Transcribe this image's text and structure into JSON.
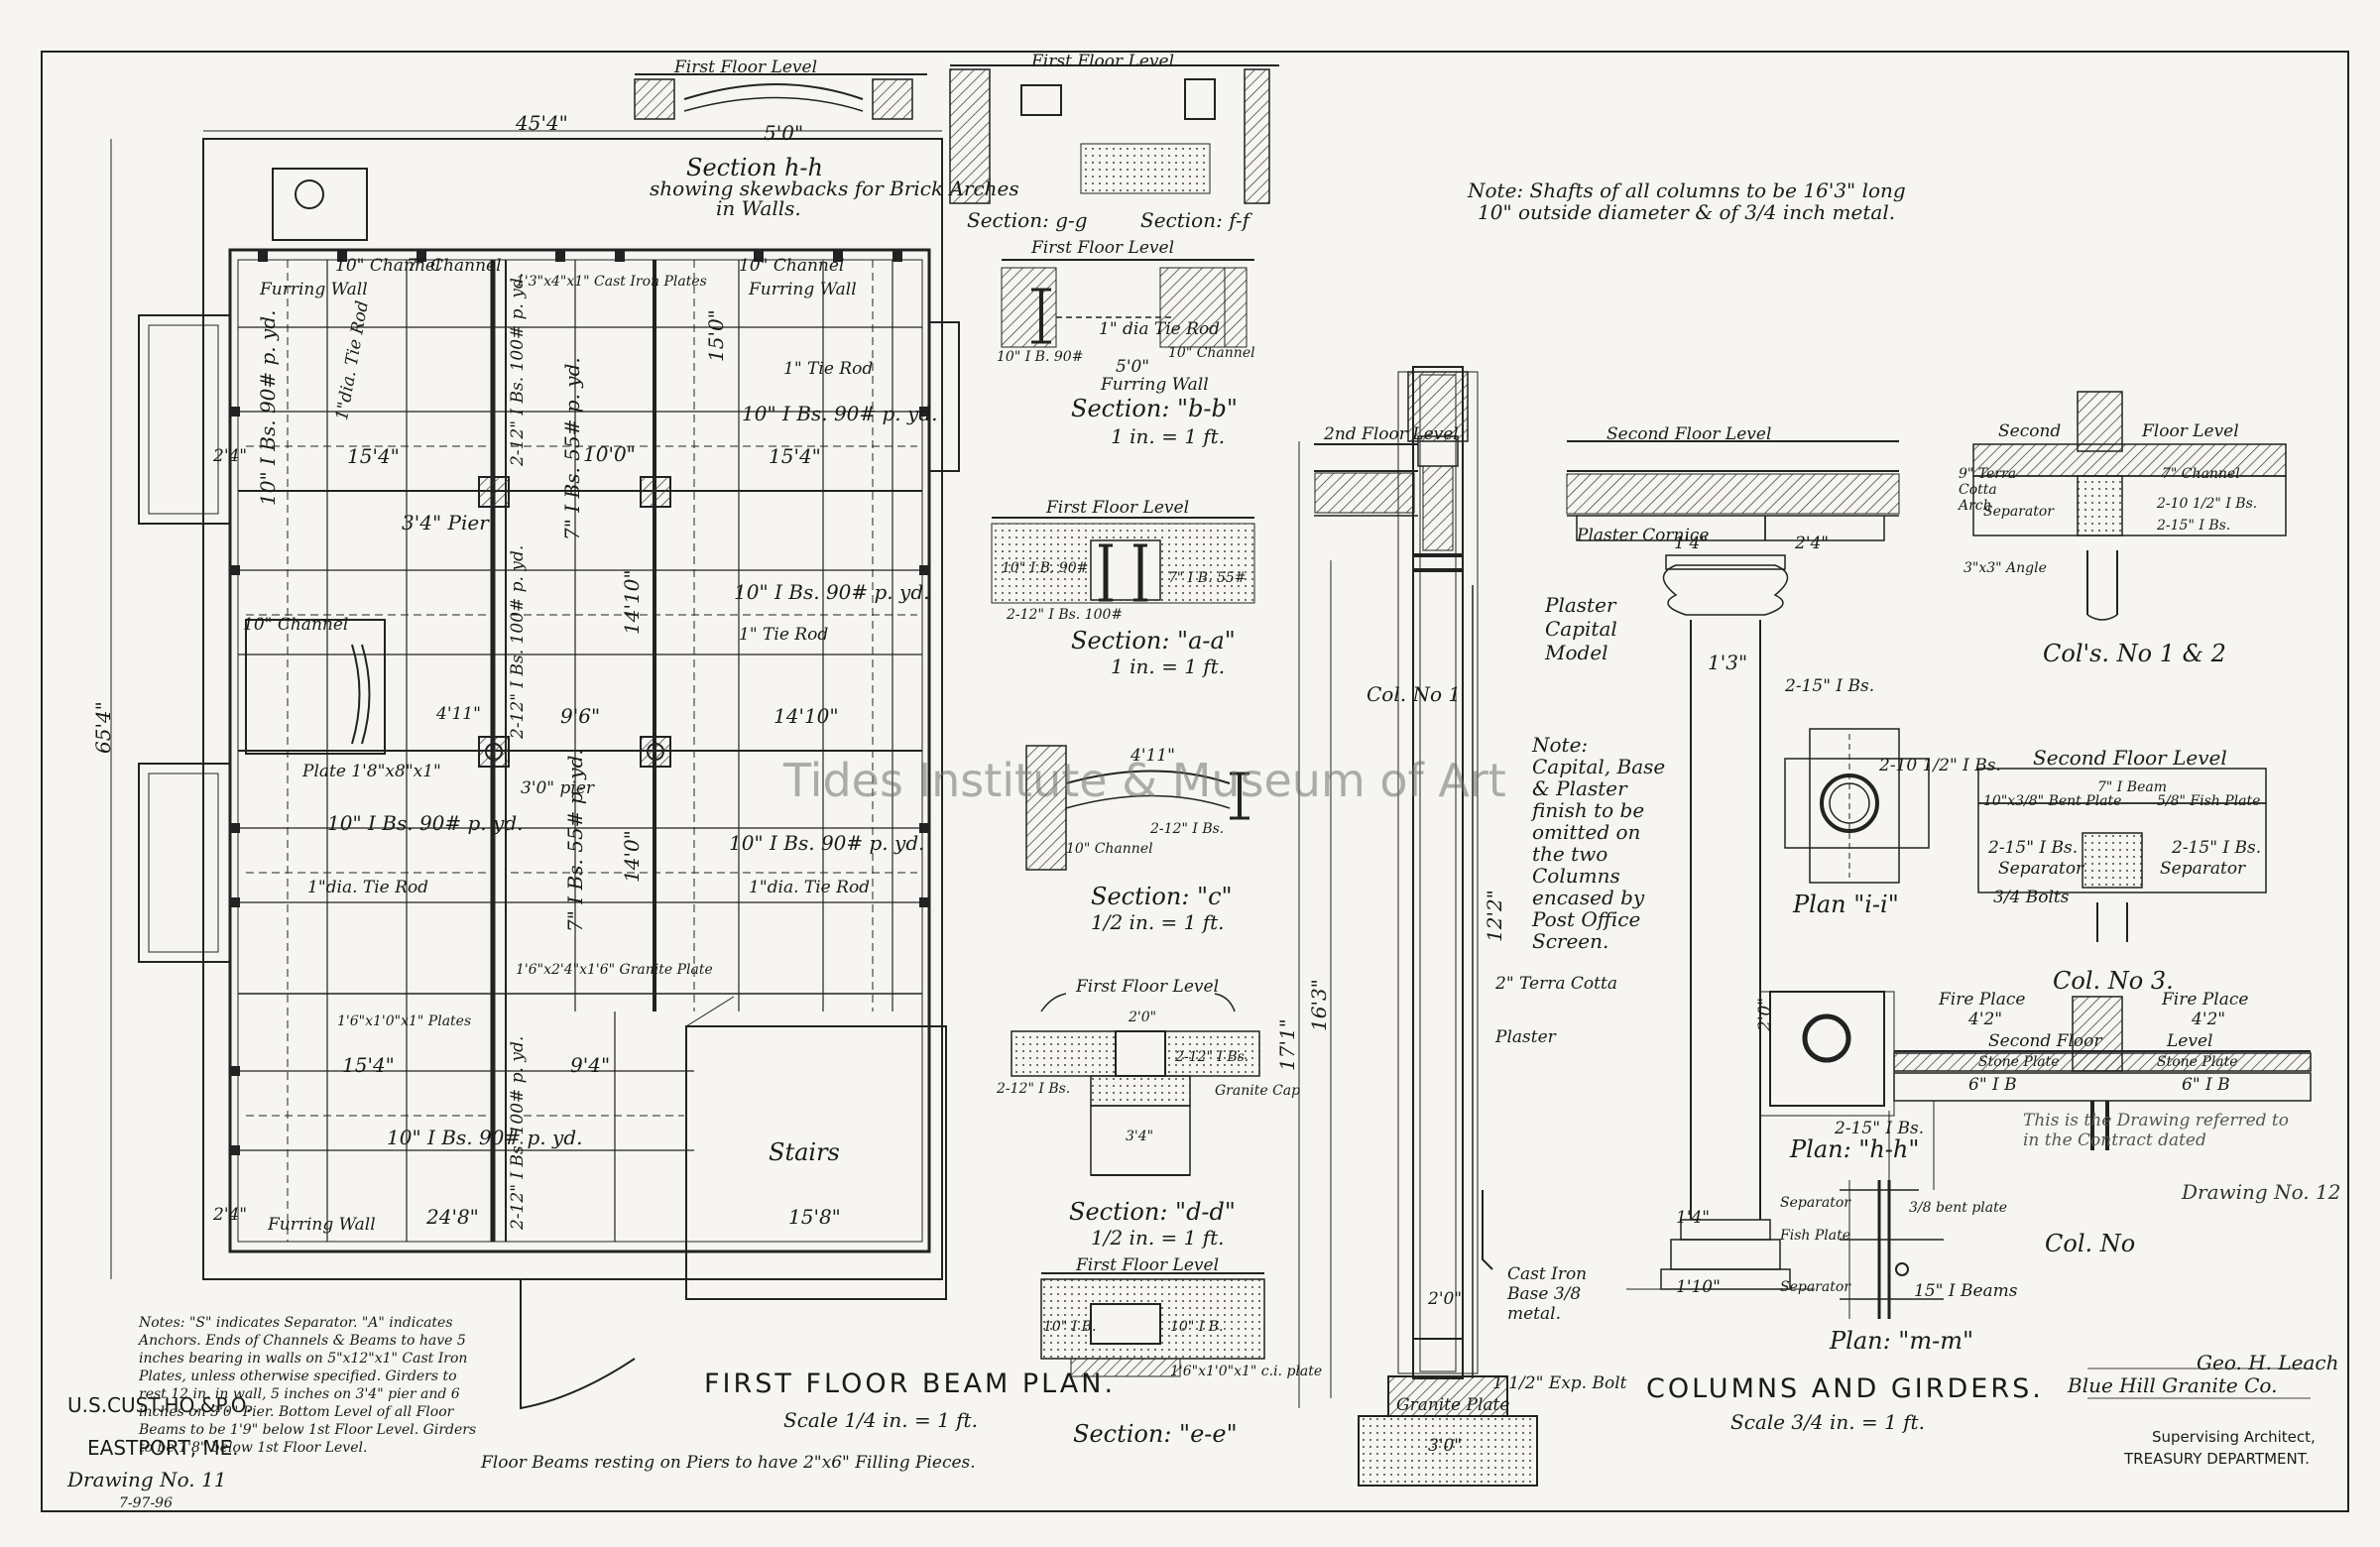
{
  "watermark": "Tides Institute & Museum of Art",
  "title_block": {
    "building": "U.S.CUST.HO.&P.O.",
    "location": "EASTPORT, ME.",
    "drawing": "Drawing No. 11",
    "date_stamp": "7-97-96",
    "office": "Supervising Architect,",
    "department": "TREASURY DEPARTMENT."
  },
  "beam_plan": {
    "title": "FIRST FLOOR BEAM PLAN.",
    "scale": "Scale 1/4 in. = 1 ft.",
    "overall_width": "45'4\"",
    "overall_depth": "65'4\"",
    "labels": {
      "channel_10": "10\" Channel",
      "channel_7": "7\" Channel",
      "cast_iron_plates": "1'3\"x4\"x1\" Cast Iron Plates",
      "furring_wall_left": "Furring Wall",
      "furring_wall_right": "Furring Wall",
      "furring_wall_bottom": "Furring Wall",
      "tie_rod_1": "1\" Tie Rod",
      "tie_rod_dia": "1\"dia. Tie Rod",
      "beams_10_90": "10\" I Bs. 90# p. yd.",
      "beams_7_55": "7\" I Bs. 55# p. yd.",
      "beams_12_100": "2-12\" I Bs. 100# p. yd.",
      "pier_34": "3'4\" Pier",
      "pier_30": "3'0\" pier",
      "dim_15_4": "15'4\"",
      "dim_10_0": "10'0\"",
      "dim_15_0": "15'0\"",
      "dim_14_10": "14'10\"",
      "dim_14_0": "14'0\"",
      "dim_9_4": "9'4\"",
      "dim_24_8": "24'8\"",
      "dim_15_8": "15'8\"",
      "dim_9_6": "9'6\"",
      "dim_4_11": "4'11\"",
      "dim_2_4": "2'4\"",
      "plate_1": "Plate 1'8\"x8\"x1\"",
      "plate_2": "1'6\"x1'0\"x1\" Plates",
      "granite_plate": "1'6\"x2'4\"x1'6\" Granite Plate",
      "stairs": "Stairs",
      "notes": "Notes: \"S\" indicates Separator. \"A\" indicates Anchors. Ends of Channels & Beams to have 5 inches bearing in walls on 5\"x12\"x1\" Cast Iron Plates, unless otherwise specified. Girders to rest 12 in. in wall, 5 inches on 3'4\" pier and 6 inches on 3'0\" Pier. Bottom Level of all Floor Beams to be 1'9\" below 1st Floor Level. Girders to be 1'8\" below 1st Floor Level.",
      "footer_note": "Floor Beams resting on Piers to have 2\"x6\" Filling Pieces."
    }
  },
  "sections": {
    "hh_title": "Section h-h",
    "hh_sub_1": "showing skewbacks for Brick Arches",
    "hh_sub_2": "in Walls.",
    "hh_level": "First Floor Level",
    "hh_dim": "5'0\"",
    "gg_title": "Section: g-g",
    "ff_title": "Section: f-f",
    "ff_level": "First Floor Level",
    "bb_title": "Section: \"b-b\"",
    "bb_scale": "1 in. = 1 ft.",
    "bb_level": "First Floor Level",
    "bb_tie": "1\" dia Tie Rod",
    "bb_dim": "5'0\"",
    "bb_furring": "Furring Wall",
    "bb_channel": "10\" Channel",
    "bb_beam": "10\" I B. 90#",
    "aa_title": "Section: \"a-a\"",
    "aa_scale": "1 in. = 1 ft.",
    "aa_level": "First Floor Level",
    "aa_beam1": "10\" I B. 90#",
    "aa_beam2": "7\" I B. 55#",
    "aa_beam3": "2-12\" I Bs. 100#",
    "c_title": "Section: \"c\"",
    "c_scale": "1/2 in. = 1 ft.",
    "c_dim": "4'11\"",
    "c_channel": "10\" Channel",
    "c_beam": "2-12\" I Bs.",
    "dd_title": "Section: \"d-d\"",
    "dd_scale": "1/2 in. = 1 ft.",
    "dd_level": "First Floor Level",
    "dd_beam": "2-12\" I Bs.",
    "dd_granite": "Granite Cap",
    "dd_dim": "3'4\"",
    "dd_dim2": "2'0\"",
    "ee_title": "Section: \"e-e\"",
    "ee_level": "First Floor Level",
    "ee_beam1": "10\" I B.",
    "ee_beam2": "10\" I B.",
    "ee_plate": "1'6\"x1'0\"x1\" c.i. plate"
  },
  "columns": {
    "note": "Note: Shafts of all columns to be 16'3\" long",
    "note_2": "10\" outside diameter & of 3/4 inch metal.",
    "title": "COLUMNS AND GIRDERS.",
    "scale": "Scale 3/4 in. = 1 ft.",
    "second_floor_level": "Second Floor Level",
    "floor_level_left": "2nd Floor Level",
    "col_no1": "Col. No 1",
    "plaster_capital": "Plaster Capital Model",
    "plaster_cornice": "Plaster Cornice",
    "capital_note": "Note: Capital, Base & Plaster finish to be omitted on the two Columns encased by Post Office Screen.",
    "terra_cotta": "2\" Terra Cotta",
    "plaster": "Plaster",
    "cast_iron_base": "Cast Iron Base 3/8 metal.",
    "exp_bolt": "1 1/2\" Exp. Bolt",
    "granite_plate": "Granite Plate",
    "dim_16_3": "16'3\"",
    "dim_17_1": "17'1\"",
    "dim_12_2": "12'2\"",
    "dim_1_3": "1'3\"",
    "dim_1_4": "1'4\"",
    "dim_2_4": "2'4\"",
    "dim_1_10": "1'10\"",
    "dim_2_0": "2'0\"",
    "dim_3_0": "3'0\"",
    "cols_12_title": "Col's. No 1 & 2",
    "cols_12_second": "Second",
    "cols_12_floor": "Floor Level",
    "cols_12_terra": "9\" Terra Cotta Arch",
    "cols_12_channel": "7\" Channel",
    "cols_12_beams": "2-10 1/2\" I Bs.",
    "cols_12_beams2": "2-15\" I Bs.",
    "cols_12_sep": "Separator",
    "cols_12_angle": "3\"x3\" Angle",
    "plan_ii": "Plan \"i-i\"",
    "plan_ii_beams": "2-15\" I Bs.",
    "plan_ii_beams2": "2-10 1/2\" I Bs.",
    "col3_second": "Second Floor Level",
    "col3_beam": "7\" I Beam",
    "col3_plate": "10\"x3/8\" Bent Plate",
    "col3_fish": "5/8\" Fish Plate",
    "col3_beams_l": "2-15\" I Bs.",
    "col3_beams_r": "2-15\" I Bs.",
    "col3_sep_l": "Separator",
    "col3_sep_r": "Separator",
    "col3_bolts": "3/4 Bolts",
    "col3_title": "Col. No 3.",
    "fire_place_l": "Fire Place",
    "fire_place_r": "Fire Place",
    "fp_dim_l": "4'2\"",
    "fp_dim_r": "4'2\"",
    "fp_second": "Second Floor",
    "fp_level": "Level",
    "fp_stone": "Stone Plate",
    "fp_beam_l": "6\" I B",
    "fp_beam_r": "6\" I B",
    "plan_hh": "Plan: \"h-h\"",
    "plan_hh_dim": "2'0\"",
    "plan_hh_beams": "2-15\" I Bs.",
    "plan_mm": "Plan: \"m-m\"",
    "plan_mm_sep": "Separator",
    "plan_mm_fish": "Fish Plate",
    "plan_mm_sep2": "Separator",
    "plan_mm_beams": "15\" I Beams",
    "plan_mm_bent": "3/8 bent plate",
    "stamp_1": "This is the Drawing referred to",
    "stamp_2": "in the Contract dated",
    "stamp_3": "Drawing No. 12",
    "stamp_col": "Col. No",
    "signature_1": "Blue Hill Granite Co.",
    "signature_2": "Geo. H. Leach"
  },
  "colors": {
    "paper": "#f6f5f1",
    "ink": "#1d1d1d",
    "hatch": "#3a3a3a"
  }
}
